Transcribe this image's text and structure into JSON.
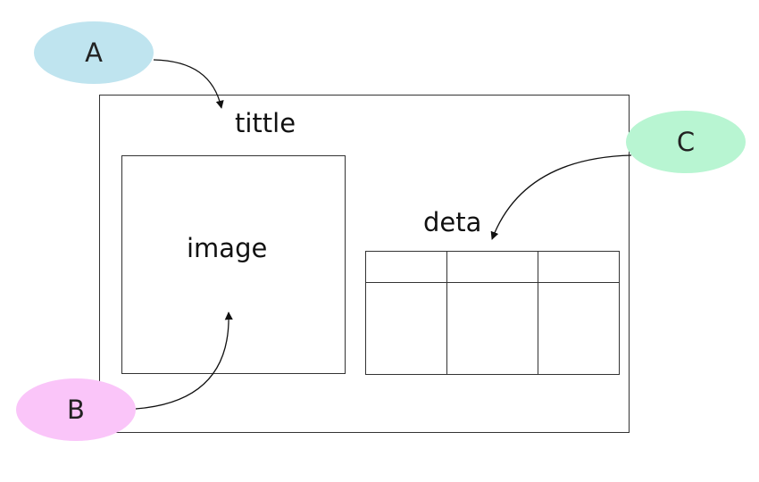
{
  "labels": {
    "title": "tittle",
    "image": "image",
    "data": "deta"
  },
  "callouts": [
    {
      "id": "A",
      "label": "A",
      "color": "#bfe4ef"
    },
    {
      "id": "B",
      "label": "B",
      "color": "#fac5f9"
    },
    {
      "id": "C",
      "label": "C",
      "color": "#b8f5d2"
    }
  ],
  "table": {
    "columns": 3,
    "rows": 2
  }
}
